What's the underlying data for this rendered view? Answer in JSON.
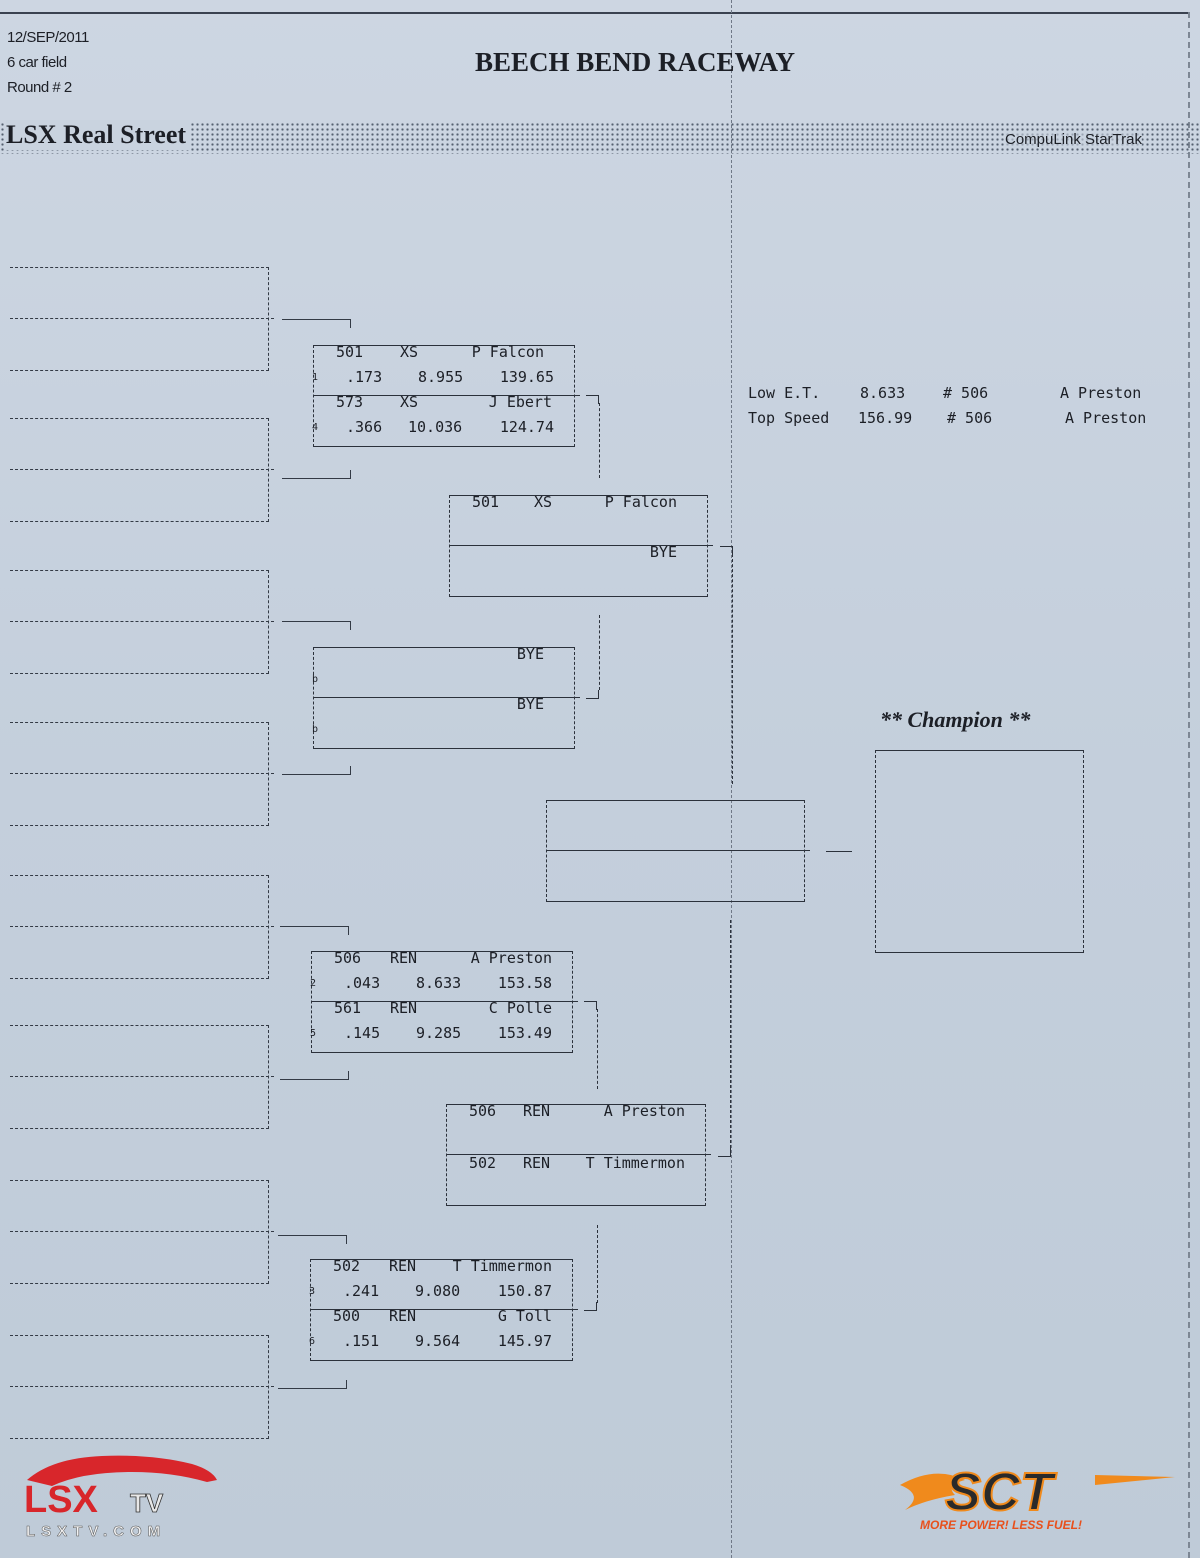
{
  "header": {
    "date": "12/SEP/2011",
    "field": "6 car field",
    "round": "Round # 2",
    "track": "BEECH BEND RACEWAY",
    "class_name": "LSX Real Street",
    "system": "CompuLink StarTrak"
  },
  "round1": [
    {
      "top": {
        "car": "501",
        "cls": "XS",
        "driver": "P Falcon",
        "lane": "1",
        "rt": ".173",
        "et": "8.955",
        "mph": "139.65"
      },
      "bottom": {
        "car": "573",
        "cls": "XS",
        "driver": "J Ebert",
        "lane": "4",
        "rt": ".366",
        "et": "10.036",
        "mph": "124.74"
      }
    },
    {
      "top": {
        "car": "",
        "cls": "",
        "driver": "BYE",
        "lane": "b",
        "rt": "",
        "et": "",
        "mph": ""
      },
      "bottom": {
        "car": "",
        "cls": "",
        "driver": "BYE",
        "lane": "b",
        "rt": "",
        "et": "",
        "mph": ""
      }
    },
    {
      "top": {
        "car": "506",
        "cls": "REN",
        "driver": "A Preston",
        "lane": "2",
        "rt": ".043",
        "et": "8.633",
        "mph": "153.58"
      },
      "bottom": {
        "car": "561",
        "cls": "REN",
        "driver": "C Polle",
        "lane": "5",
        "rt": ".145",
        "et": "9.285",
        "mph": "153.49"
      }
    },
    {
      "top": {
        "car": "502",
        "cls": "REN",
        "driver": "T Timmermon",
        "lane": "3",
        "rt": ".241",
        "et": "9.080",
        "mph": "150.87"
      },
      "bottom": {
        "car": "500",
        "cls": "REN",
        "driver": "G Toll",
        "lane": "6",
        "rt": ".151",
        "et": "9.564",
        "mph": "145.97"
      }
    }
  ],
  "round2": [
    {
      "top": {
        "car": "501",
        "cls": "XS",
        "driver": "P Falcon"
      },
      "bottom": {
        "car": "",
        "cls": "",
        "driver": "BYE"
      }
    },
    {
      "top": {
        "car": "506",
        "cls": "REN",
        "driver": "A Preston"
      },
      "bottom": {
        "car": "502",
        "cls": "REN",
        "driver": "T Timmermon"
      }
    }
  ],
  "stats": {
    "low_et": {
      "label": "Low  E.T.",
      "value": "8.633",
      "car": "# 506",
      "driver": "A Preston"
    },
    "top_speed": {
      "label": "Top Speed",
      "value": "156.99",
      "car": "# 506",
      "driver": "A Preston"
    }
  },
  "champion": {
    "label": "** Champion **"
  },
  "logos": {
    "left": "LSXTV",
    "left_url": "LSXTV.COM",
    "right": "SCT",
    "right_tagline": "MORE POWER! LESS FUEL!"
  },
  "colors": {
    "paper": "#c9d3df",
    "ink": "#2b313b",
    "lsx_red": "#d8262b",
    "sct_orange": "#f08a1c"
  }
}
